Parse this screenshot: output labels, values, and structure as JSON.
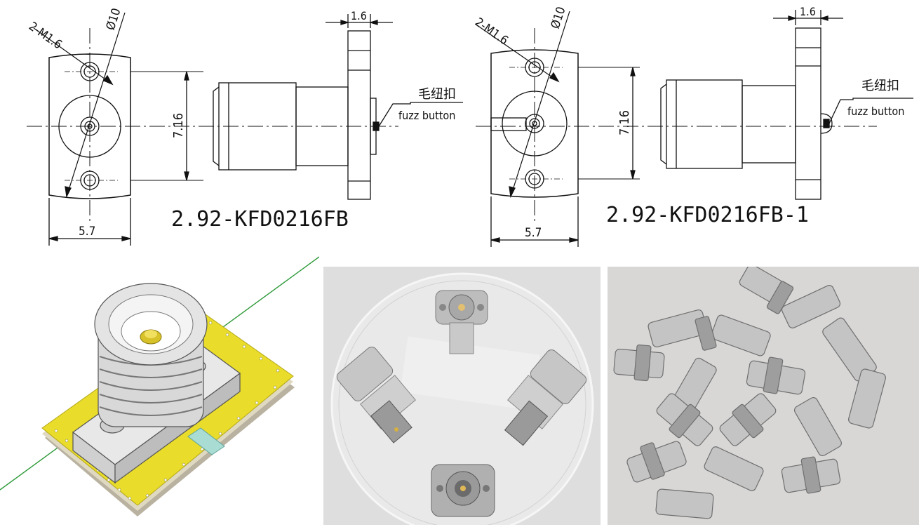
{
  "left_drawing": {
    "holes_label": "2-M1.6",
    "diameter_label": "Ø10",
    "thickness_label": "1.6",
    "height_label": "7.16",
    "width_label": "5.7",
    "callout_cn": "毛纽扣",
    "callout_en": "fuzz button",
    "part_number": "2.92-KFD0216FB"
  },
  "right_drawing": {
    "holes_label": "2-M1.6",
    "diameter_label": "Ø10",
    "thickness_label": "1.6",
    "height_label": "7.16",
    "width_label": "5.7",
    "callout_cn": "毛纽扣",
    "callout_en": "fuzz button",
    "part_number": "2.92-KFD0216FB-1"
  },
  "colors": {
    "line": "#111111",
    "pcb_yellow": "#e9dc2a",
    "pcb_edge": "#cfc9a0",
    "metal": "#c9c9c9",
    "photo_bg": "#e9e9ea"
  }
}
